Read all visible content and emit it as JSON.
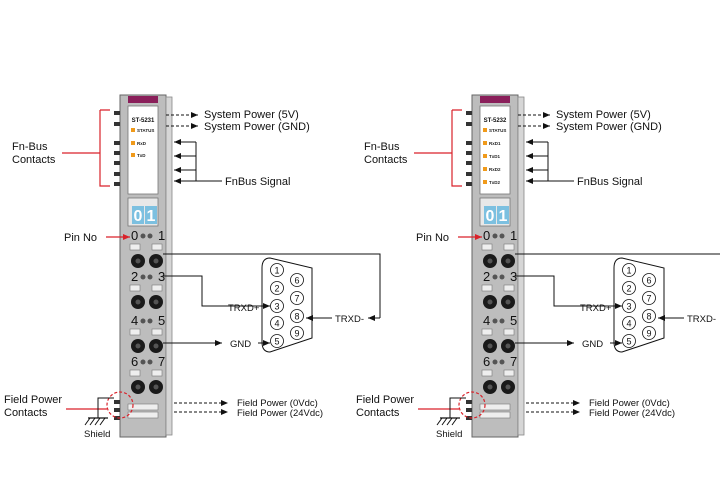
{
  "modules": [
    {
      "model": "ST-5231",
      "status_label": "STATUS",
      "leds": [
        "RxD",
        "TxD"
      ],
      "display_digits": [
        "0",
        "1"
      ],
      "pin_numbers": [
        "0",
        "1",
        "2",
        "3",
        "4",
        "5",
        "6",
        "7"
      ],
      "labels": {
        "fnbus_contacts_line1": "Fn-Bus",
        "fnbus_contacts_line2": "Contacts",
        "system_power_5v": "System Power (5V)",
        "system_power_gnd": "System Power (GND)",
        "fnbus_signal": "FnBus Signal",
        "pin_no": "Pin No",
        "field_power_contacts_line1": "Field Power",
        "field_power_contacts_line2": "Contacts",
        "shield": "Shield",
        "field_power_0v": "Field Power (0Vdc)",
        "field_power_24v": "Field Power (24Vdc)",
        "txd_plus": "TRXD+",
        "txd_minus": "TRXD-",
        "gnd": "GND"
      },
      "dsub_pins_left": [
        "1",
        "2",
        "3",
        "4",
        "5"
      ],
      "dsub_pins_right": [
        "6",
        "7",
        "8",
        "9"
      ]
    },
    {
      "model": "ST-5232",
      "status_label": "STATUS",
      "leds": [
        "RxD1",
        "TxD1",
        "RxD2",
        "TxD2"
      ],
      "display_digits": [
        "0",
        "1"
      ],
      "pin_numbers": [
        "0",
        "1",
        "2",
        "3",
        "4",
        "5",
        "6",
        "7"
      ],
      "labels": {
        "fnbus_contacts_line1": "Fn-Bus",
        "fnbus_contacts_line2": "Contacts",
        "system_power_5v": "System Power (5V)",
        "system_power_gnd": "System Power (GND)",
        "fnbus_signal": "FnBus Signal",
        "pin_no": "Pin No",
        "field_power_contacts_line1": "Field Power",
        "field_power_contacts_line2": "Contacts",
        "shield": "Shield",
        "field_power_0v": "Field Power (0Vdc)",
        "field_power_24v": "Field Power (24Vdc)",
        "txd_plus": "TRXD+",
        "txd_minus": "TRXD-",
        "gnd": "GND"
      },
      "dsub_pins_left": [
        "1",
        "2",
        "3",
        "4",
        "5"
      ],
      "dsub_pins_right": [
        "6",
        "7",
        "8",
        "9"
      ]
    }
  ],
  "colors": {
    "module_body": "#bdbdbd",
    "module_top": "#8a1f5a",
    "led": "#f09a1a",
    "display": "#7cc0e0",
    "callout_red": "#d9222a",
    "line": "#111111"
  }
}
